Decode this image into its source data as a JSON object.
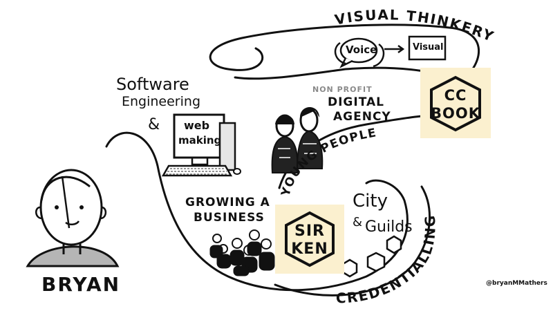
{
  "person": {
    "name": "BRYAN"
  },
  "software": {
    "line1": "Software",
    "line2": "Engineering",
    "amp": "&"
  },
  "computer": {
    "screen_line1": "web",
    "screen_line2": "making"
  },
  "growing": {
    "line1": "GROWING A",
    "line2": "BUSINESS"
  },
  "sirken": {
    "line1": "SIR",
    "line2": "KEN"
  },
  "city": {
    "line1": "City",
    "amp": "&",
    "line2": "Guilds"
  },
  "credentialling": "CREDENTIALLING",
  "young_people": "YOUNG PEOPLE",
  "agency": {
    "small": "NON PROFIT",
    "line1": "DIGITAL",
    "line2": "AGENCY"
  },
  "ccbook": {
    "line1": "CC",
    "line2": "BOOK"
  },
  "visual_thinkery": "VISUAL THINKERY",
  "voice_bubble": "Voice",
  "visual_box": "Visual",
  "signature": "@bryanMMathers",
  "colors": {
    "ink": "#111111",
    "sticky": "#fbf0cf",
    "grey": "#8a8a8a",
    "shirt": "#b5b5b5"
  }
}
